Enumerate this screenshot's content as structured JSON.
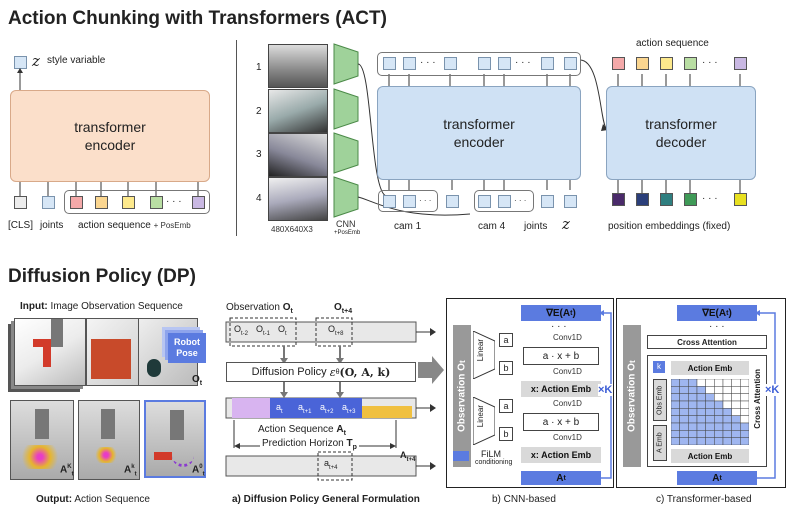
{
  "act": {
    "title": "Action Chunking with Transformers (ACT)",
    "left": {
      "z_symbol": "z",
      "z_label": "style variable",
      "encoder_line1": "transformer",
      "encoder_line2": "encoder",
      "cls_label": "[CLS]",
      "joints_label": "joints",
      "action_seq_label": "action sequence",
      "posemb_label": "+ PosEmb",
      "dots": "· · ·",
      "token_colors": [
        "#f4a9a9",
        "#fbd690",
        "#fde98c",
        "#b9dea3",
        "#c9b8e3"
      ]
    },
    "right": {
      "cam_numbers": [
        "1",
        "2",
        "3",
        "4"
      ],
      "image_size": "480X640X3",
      "cnn_label": "CNN",
      "cnn_posemb": "+PosEmb",
      "encoder_line1": "transformer",
      "encoder_line2": "encoder",
      "decoder_line1": "transformer",
      "decoder_line2": "decoder",
      "action_sequence_label": "action sequence",
      "cam1_label": "cam 1",
      "cam4_label": "cam 4",
      "joints_label": "joints",
      "z_symbol": "z",
      "pos_emb_label": "position embeddings (fixed)",
      "dots": "· · ·",
      "output_colors": [
        "#f4a9a9",
        "#fbd690",
        "#fde98c",
        "#b9dea3",
        "#c9b8e3"
      ],
      "pos_colors": [
        "#4a2a6a",
        "#2b3f7a",
        "#2f7f80",
        "#3f9a57",
        "#e8e020"
      ]
    }
  },
  "dp": {
    "title": "Diffusion Policy (DP)",
    "input_label_bold": "Input:",
    "input_label_rest": "Image Observation Sequence",
    "robot_pose": [
      "Robot",
      "Pose"
    ],
    "obs_symbol": "O",
    "obs_sub": "t",
    "output_label_bold": "Output:",
    "output_label_rest": "Action Sequence",
    "a_labels": [
      {
        "sym": "A",
        "sup": "K",
        "sub": "t"
      },
      {
        "sym": "A",
        "sup": "k",
        "sub": "t"
      },
      {
        "sym": "A",
        "sup": "0",
        "sub": "t"
      }
    ],
    "general": {
      "obs_label": "Observation",
      "obs_sym": "O",
      "obs_sub": "t",
      "obs_next": "O",
      "obs_next_sub": "t+4",
      "obs_cells": [
        "O",
        "O",
        "O"
      ],
      "obs_subs": [
        "t-2",
        "t-1",
        "t"
      ],
      "obs_cell_tp8": "O",
      "obs_cell_tp8_sub": "t+8",
      "policy_label": "Diffusion Policy",
      "policy_formula": "ε",
      "policy_sub": "θ",
      "policy_args": "(O, A, k)",
      "a_cells": [
        "a",
        "a",
        "a",
        "a"
      ],
      "a_subs": [
        "t",
        "t+1",
        "t+2",
        "t+3"
      ],
      "action_seq_label": "Action Sequence",
      "action_seq_sym": "A",
      "action_seq_sub": "t",
      "pred_horizon_label": "Prediction Horizon",
      "pred_horizon_sym": "T",
      "pred_horizon_sub": "p",
      "next_a": "a",
      "next_a_sub": "t+4",
      "next_A": "A",
      "next_A_sub": "t+4",
      "caption": "a) Diffusion Policy General Formulation"
    },
    "cnn": {
      "obs_label": "Observation O",
      "obs_sub": "t",
      "grad_label": "∇E(A",
      "grad_sub": "t",
      "dots": "· · ·",
      "conv1": "Conv1D",
      "conv2": "Conv1D",
      "conv3": "Conv1D",
      "conv4": "Conv1D",
      "linear": "Linear",
      "a": "a",
      "b": "b",
      "formula": "a · x + b",
      "x_emb": "x: Action Emb",
      "film": "FiLM",
      "conditioning": "conditioning",
      "times_k": "×K",
      "a_bottom": "A",
      "a_bottom_sub": "t",
      "caption": "b) CNN-based"
    },
    "transformer": {
      "obs_label": "Observation O",
      "obs_sub": "t",
      "grad_label": "∇E(A",
      "grad_sub": "t",
      "dots": "· · ·",
      "cross_attention": "Cross Attention",
      "cross_attention_vertical": "Cross Attention",
      "action_emb_top": "Action Emb",
      "action_emb_bottom": "Action Emb",
      "obs_emb": "Obs Emb",
      "a_emb": "A Emb",
      "k_label": "k",
      "times_k": "×K",
      "a_bottom": "A",
      "a_bottom_sub": "t",
      "caption": "c) Transformer-based"
    }
  }
}
